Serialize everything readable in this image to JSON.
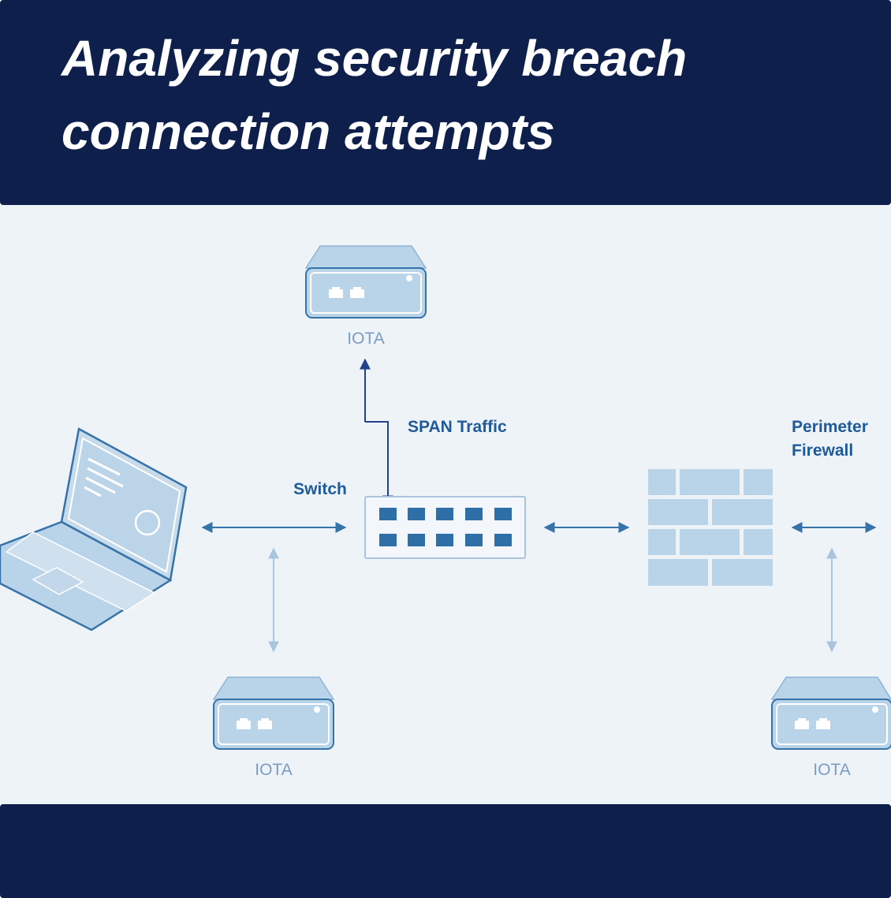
{
  "header": {
    "title_line1": "Analyzing security breach",
    "title_line2": "connection attempts"
  },
  "diagram": {
    "labels": {
      "switch": "Switch",
      "span_traffic": "SPAN Traffic",
      "firewall_line1": "Perimeter",
      "firewall_line2": "Firewall",
      "iota_top": "IOTA",
      "iota_bottom_left": "IOTA",
      "iota_bottom_right": "IOTA"
    },
    "icons": [
      "laptop-icon",
      "network-switch-icon",
      "firewall-icon",
      "iota-device-icon"
    ],
    "colors": {
      "header_bg": "#0f1f4b",
      "diagram_bg": "#eef3f8",
      "device_fill": "#b9d3e8",
      "stroke_blue": "#3573a8",
      "port_blue": "#2f6fa8",
      "dark_arrow": "#23408e"
    }
  }
}
